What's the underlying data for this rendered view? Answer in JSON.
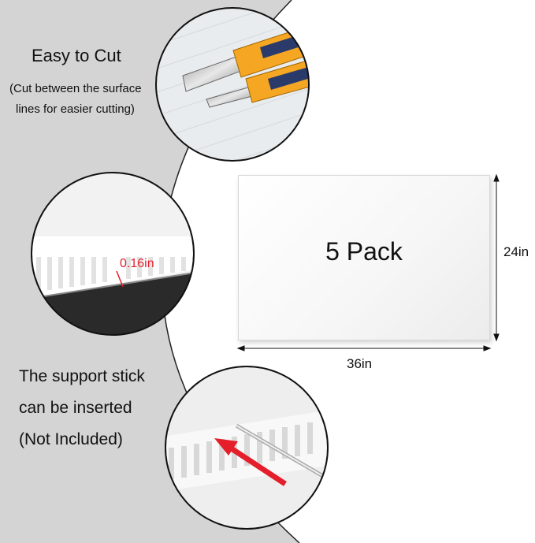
{
  "features": {
    "cut": {
      "title": "Easy to Cut",
      "note_line1": "(Cut between the surface",
      "note_line2": "lines for easier cutting)"
    },
    "thickness": {
      "label": "0.16in",
      "color": "#e41e2b"
    },
    "support": {
      "line1": "The support stick",
      "line2": "can be inserted",
      "line3": "(Not Included)"
    }
  },
  "board": {
    "pack_label": "5 Pack",
    "width_label": "36in",
    "height_label": "24in"
  },
  "colors": {
    "panel_gray": "#d4d4d4",
    "cutter_yellow": "#f5a623",
    "cutter_navy": "#2a3b6b",
    "arrow_red": "#e41e2b"
  }
}
